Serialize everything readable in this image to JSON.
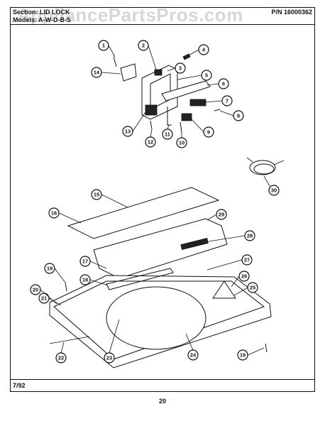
{
  "header": {
    "section": "Section: LID LOCK",
    "model": "Models: A-W-D-B-S",
    "part_number": "P/N 16000362"
  },
  "watermark": "AppliancePartsPros.com",
  "footer": {
    "date": "7/92",
    "page": "20"
  },
  "callouts": [
    "1",
    "2",
    "3",
    "4",
    "5",
    "6",
    "7",
    "8",
    "9",
    "10",
    "11",
    "12",
    "13",
    "14",
    "15",
    "16",
    "17",
    "18",
    "19",
    "19",
    "20",
    "21",
    "22",
    "23",
    "24",
    "25",
    "26",
    "27",
    "28",
    "29",
    "30"
  ]
}
